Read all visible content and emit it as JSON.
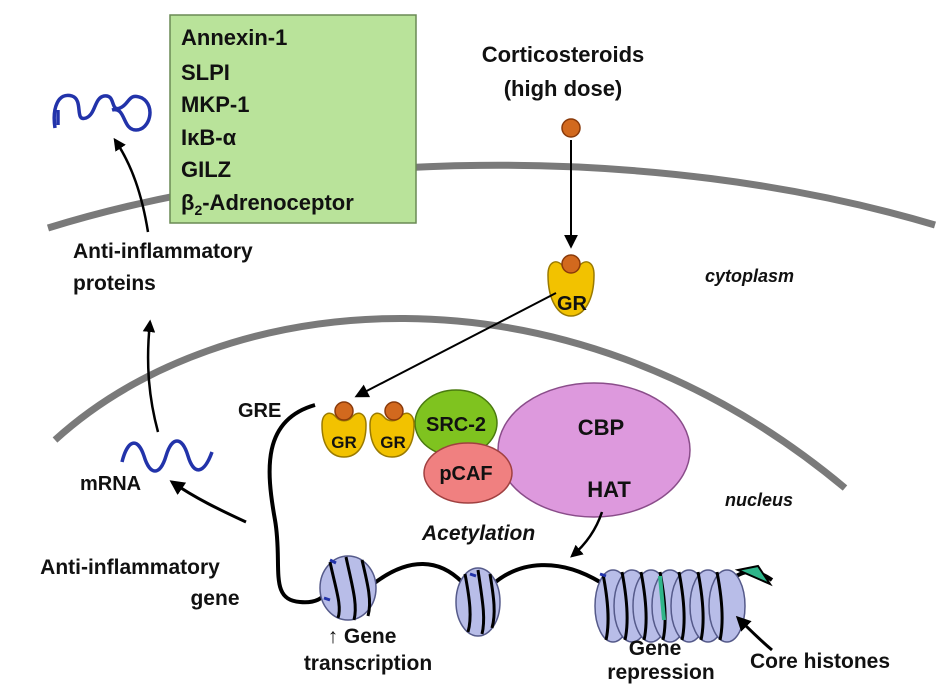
{
  "induced_proteins_box": {
    "items": [
      "Annexin-1",
      "SLPI",
      "MKP-1",
      "IκB-α",
      "GILZ"
    ],
    "last_item_symbol": "β",
    "last_item_subscript": "2",
    "last_item_rest": "-Adrenoceptor"
  },
  "stimulus": {
    "line1": "Corticosteroids",
    "line2": "(high dose)"
  },
  "compartments": {
    "cytoplasm": "cytoplasm",
    "nucleus": "nucleus"
  },
  "molecules": {
    "gr": "GR",
    "src2": "SRC-2",
    "pcaf": "pCAF",
    "cbp": "CBP",
    "hat": "HAT",
    "gre": "GRE",
    "mrna": "mRNA"
  },
  "labels": {
    "anti_inflammatory_proteins_1": "Anti-inflammatory",
    "anti_inflammatory_proteins_2": "proteins",
    "anti_inflammatory_gene_1": "Anti-inflammatory",
    "anti_inflammatory_gene_2": "gene",
    "acetylation": "Acetylation",
    "gene_transcription_1": "↑ Gene",
    "gene_transcription_2": "transcription",
    "gene_repression_1": "Gene",
    "gene_repression_2": "repression",
    "core_histones": "Core histones"
  },
  "colors": {
    "box_fill": "#b9e39a",
    "membrane": "#7a7a7a",
    "gr_fill": "#f2c200",
    "steroid": "#d2691e",
    "src2": "#7fc31f",
    "pcaf": "#f08080",
    "cbp": "#dd99dd",
    "histone": "#b8bde8",
    "mrna": "#2233aa"
  }
}
